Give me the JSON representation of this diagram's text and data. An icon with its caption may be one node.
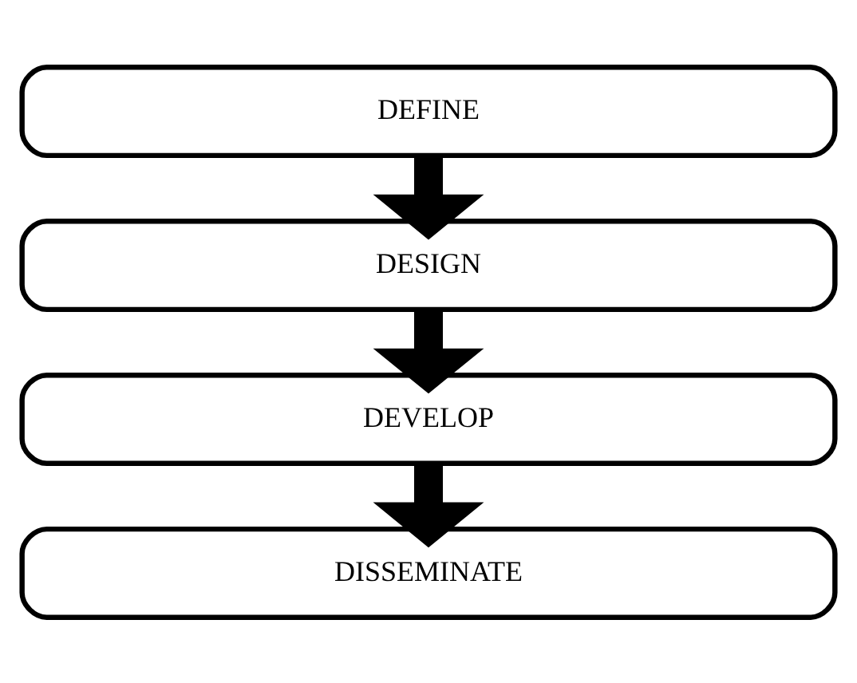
{
  "diagram": {
    "nodes": [
      {
        "text": [
          "DEFINE"
        ]
      },
      {
        "text": [
          "DESIGN"
        ]
      },
      {
        "text": [
          "DEVELOP"
        ]
      },
      {
        "text": [
          "DISSEMINATE"
        ]
      }
    ],
    "edges": [
      {
        "from": 0,
        "to": 1,
        "arrow": "to"
      },
      {
        "from": 1,
        "to": 2,
        "arrow": "to"
      },
      {
        "from": 2,
        "to": 3,
        "arrow": "to"
      }
    ]
  }
}
